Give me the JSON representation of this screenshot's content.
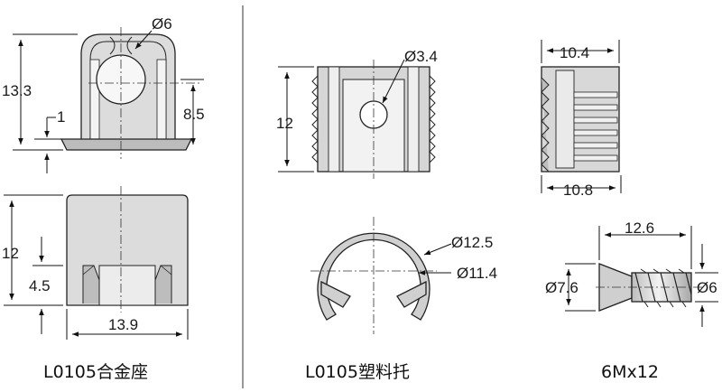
{
  "base": {
    "caption": "L0105合金座",
    "dims": {
      "dia": "Ø6",
      "height": "13.3",
      "rim": "1",
      "hole_height": "8.5",
      "side_height": "12",
      "lower_height": "4.5",
      "width": "13.9"
    }
  },
  "holder": {
    "caption": "L0105塑料托",
    "dims": {
      "hole": "Ø3.4",
      "height": "12",
      "outer": "Ø12.5",
      "inner": "Ø11.4"
    }
  },
  "side_view": {
    "dims": {
      "top": "10.4",
      "bottom": "10.8"
    }
  },
  "screw": {
    "caption": "6Mx12",
    "dims": {
      "length": "12.6",
      "head": "Ø7.6",
      "thread": "Ø6"
    }
  },
  "colors": {
    "body_gray": "#d9d9d9",
    "dark_gray": "#9a9a9a",
    "line": "#111111"
  }
}
